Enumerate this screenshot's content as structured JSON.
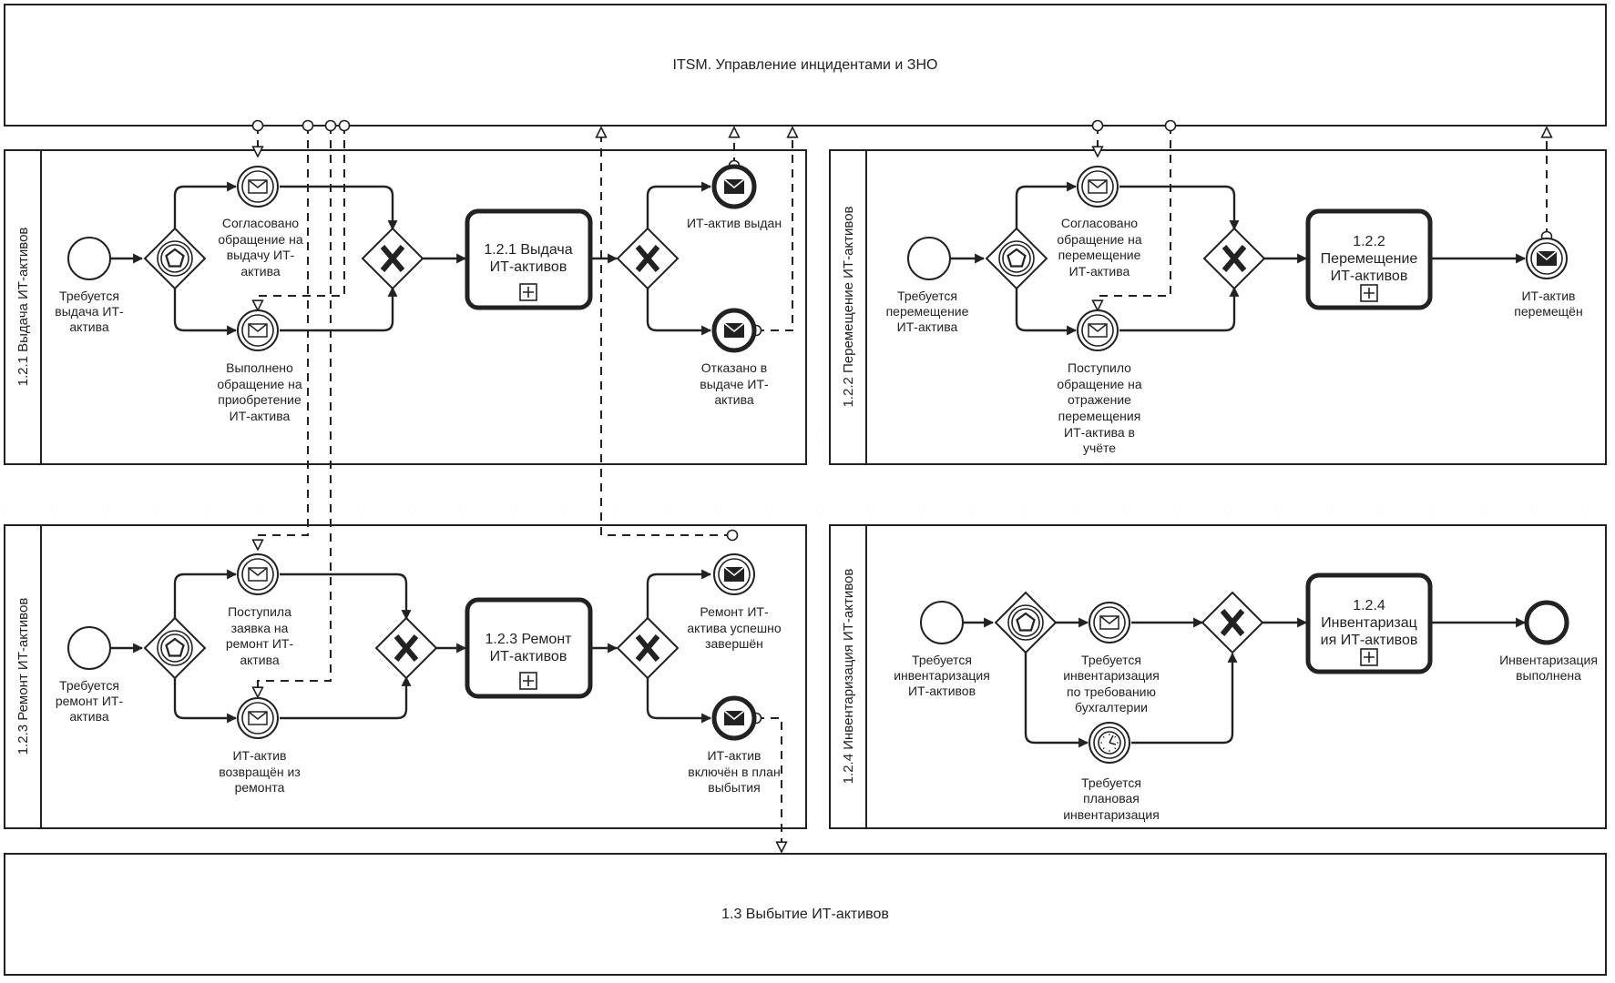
{
  "pools": {
    "itsm": "ITSM. Управление инцидентами и ЗНО",
    "disposal": "1.3 Выбытие ИТ-активов"
  },
  "lanes": {
    "issue": "1.2.1 Выдача ИТ-активов",
    "move": "1.2.2 Перемещение ИТ-активов",
    "repair": "1.2.3 Ремонт ИТ-активов",
    "inventory": "1.2.4 Инвентаризация ИТ-активов"
  },
  "issue": {
    "start": [
      "Требуется",
      "выдача ИТ-",
      "актива"
    ],
    "msg_approved": [
      "Согласовано",
      "обращение на",
      "выдачу ИТ-",
      "актива"
    ],
    "msg_purchased": [
      "Выполнено",
      "обращение на",
      "приобретение",
      "ИТ-актива"
    ],
    "task": [
      "1.2.1 Выдача",
      "ИТ-активов"
    ],
    "end_issued": [
      "ИТ-актив выдан"
    ],
    "end_refused": [
      "Отказано в",
      "выдаче ИТ-",
      "актива"
    ]
  },
  "move": {
    "start": [
      "Требуется",
      "перемещение",
      "ИТ-актива"
    ],
    "msg_approved": [
      "Согласовано",
      "обращение на",
      "перемещение",
      "ИТ-актива"
    ],
    "msg_received": [
      "Поступило",
      "обращение на",
      "отражение",
      "перемещения",
      "ИТ-актива в",
      "учёте"
    ],
    "task": [
      "1.2.2",
      "Перемещение",
      "ИТ-активов"
    ],
    "end": [
      "ИТ-актив",
      "перемещён"
    ]
  },
  "repair": {
    "start": [
      "Требуется",
      "ремонт ИТ-",
      "актива"
    ],
    "msg_request": [
      "Поступила",
      "заявка на",
      "ремонт ИТ-",
      "актива"
    ],
    "msg_returned": [
      "ИТ-актив",
      "возвращён из",
      "ремонта"
    ],
    "task": [
      "1.2.3 Ремонт",
      "ИТ-активов"
    ],
    "end_done": [
      "Ремонт ИТ-",
      "актива успешно",
      "завершён"
    ],
    "end_plan": [
      "ИТ-актив",
      "включён в план",
      "выбытия"
    ]
  },
  "inventory": {
    "start": [
      "Требуется",
      "инвентаризация",
      "ИТ-активов"
    ],
    "msg_accounting": [
      "Требуется",
      "инвентаризация",
      "по требованию",
      "бухгалтерии"
    ],
    "timer_planned": [
      "Требуется",
      "плановая",
      "инвентаризация"
    ],
    "task": [
      "1.2.4",
      "Инвентаризац",
      "ия ИТ-активов"
    ],
    "end": [
      "Инвентаризация",
      "выполнена"
    ]
  }
}
